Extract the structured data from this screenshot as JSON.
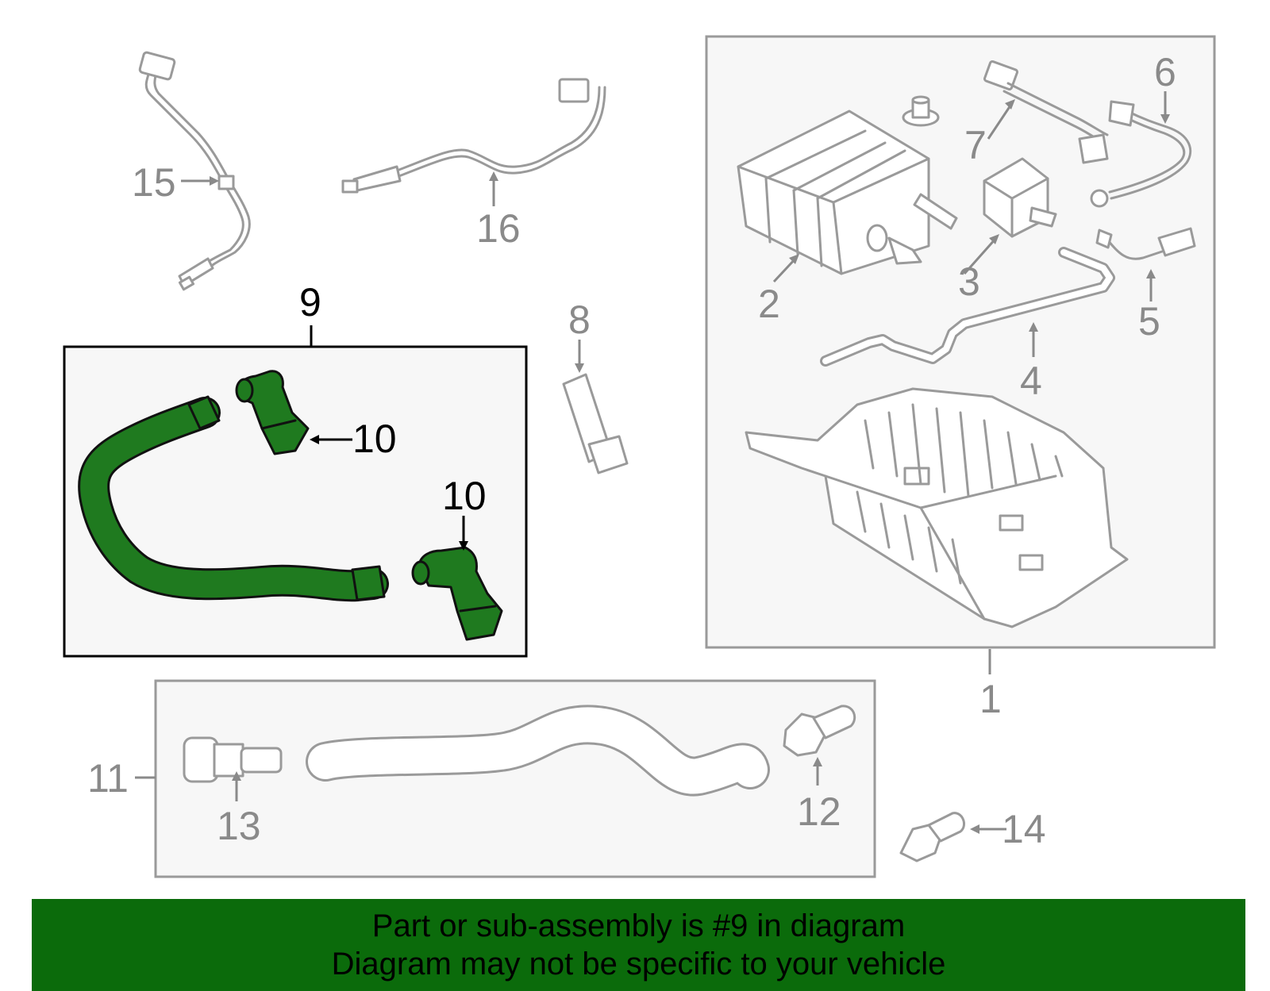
{
  "callouts": {
    "c1": "1",
    "c2": "2",
    "c3": "3",
    "c4": "4",
    "c5": "5",
    "c6": "6",
    "c7": "7",
    "c8": "8",
    "c9": "9",
    "c10a": "10",
    "c10b": "10",
    "c11": "11",
    "c12": "12",
    "c13": "13",
    "c14": "14",
    "c15": "15",
    "c16": "16"
  },
  "highlighted_part": "9",
  "colors": {
    "highlight_green": "#1f7a1f",
    "banner_green": "#0b6b0b",
    "gray_line": "#9a9a9a",
    "box_fill": "#f7f7f7"
  },
  "banner": {
    "line1": "Part or sub-assembly is #9 in diagram",
    "line2": "Diagram may not be specific to your vehicle"
  }
}
